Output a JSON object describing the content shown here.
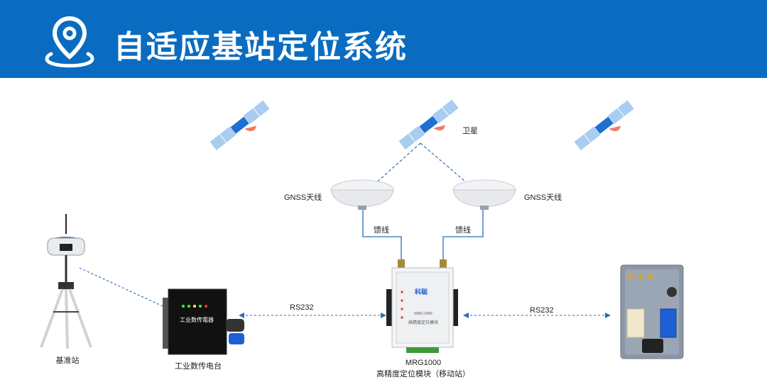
{
  "header": {
    "title": "自适应基站定位系统",
    "icon": "location-pin-icon",
    "background_color": "#0a6cc0"
  },
  "labels": {
    "satellite": "卫星",
    "gnss_antenna_left": "GNSS天线",
    "gnss_antenna_right": "GNSS天线",
    "feeder_left": "馈线",
    "feeder_right": "馈线",
    "rs232_left": "RS232",
    "rs232_right": "RS232",
    "base_station": "基准站",
    "radio": "工业数传电台",
    "module_model": "MRG1000",
    "module_name": "高精度定位模块（移动站）"
  },
  "device_text": {
    "radio_face": "工业数传電器",
    "module_brand": "科聪",
    "module_face_model": "MRG1000",
    "module_face_name": "高精度定位模块"
  },
  "colors": {
    "link_line": "#2a6fb8",
    "satellite_panel": "#a9cdf0",
    "satellite_body": "#1f6fd1",
    "satellite_dish": "#f07a62"
  }
}
